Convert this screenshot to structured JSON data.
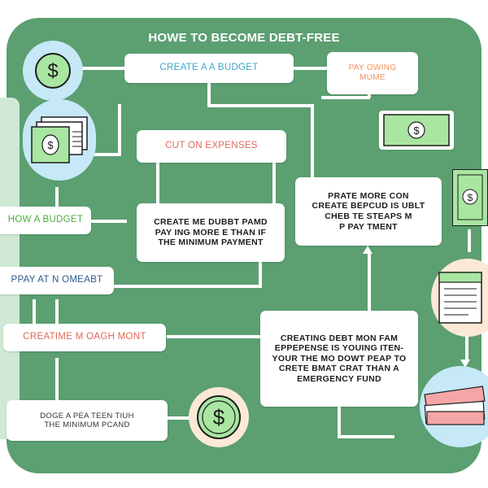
{
  "title": "HOWE TO BECOME DEBT-FREE",
  "boxes": {
    "create_budget": "CREATE A A BUDGET",
    "pay_owing": "PAY OWING\nMUME",
    "cut_expenses": "CUT ON EXPENSES",
    "how_budget": "HOW A BUDGET",
    "create_debt_pamd": "CREATE ME DUBBT PAMD\nPAY ING MORE E THAN IF\nTHE MINIMUM PAYMENT",
    "prate_more": "PRATE MORE CON\nCREATE BEPCUD IS UBLT\nCHEB TE STEAPS M\nP PAY TMENT",
    "pay_at": "PPAY AT N OMEABT",
    "creatime": "CREATIME M OAGH MONT",
    "creating_debt": "CREATING DEBT MON FAM\nEPPEPENSE IS YOUING ITEN-\nYOUR THE MO DOWT PEAP TO\nCRETE BMAT CRAT THAN A\nEMERGENCY FUND",
    "doge": "DOGE A PEA TEEN TIUH\nTHE MINIMUM PCAND"
  },
  "icons": {
    "dollar": "$"
  },
  "colors": {
    "background": "#5c9f71",
    "box": "#ffffff",
    "blue_text": "#3aa6c9",
    "orange_text": "#f0915c",
    "green_text": "#4aae3a",
    "coral_text": "#e2685a",
    "navy_text": "#2d5a8c",
    "bill_green": "#a8e6a1",
    "circle_blue": "#c6e8f7",
    "circle_peach": "#fbe9d6"
  }
}
